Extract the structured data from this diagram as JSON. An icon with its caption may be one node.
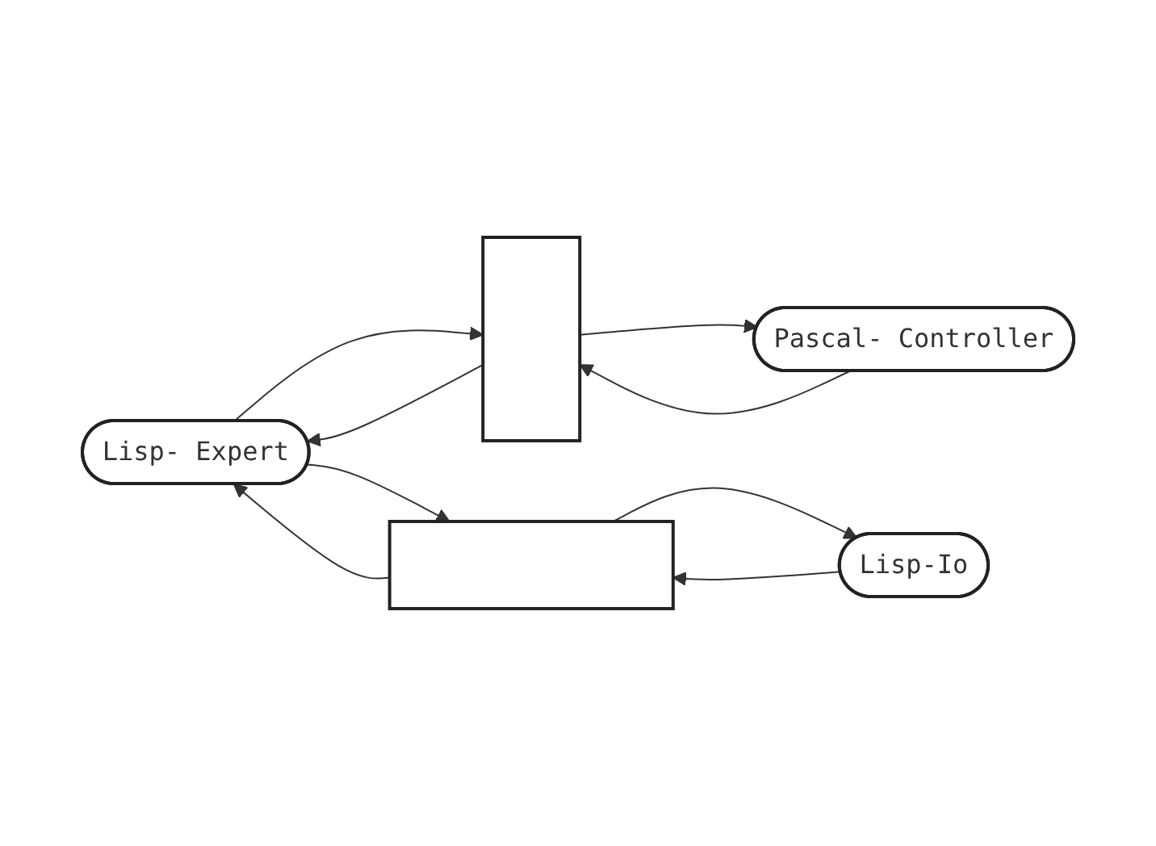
{
  "diagram": {
    "nodes": [
      {
        "text": [
          "Lisp- Expert"
        ]
      },
      {
        "text": [],
        "shape": "box"
      },
      {
        "text": [
          "Pascal- Controller"
        ]
      },
      {
        "text": [],
        "shape": "bar"
      },
      {
        "text": [
          "Lisp-Io"
        ]
      }
    ],
    "edges": [
      {
        "from": 0,
        "to": 1,
        "arrow": "to"
      },
      {
        "from": 1,
        "to": 2,
        "arrow": "to"
      },
      {
        "from": 2,
        "to": 1,
        "arrow": "to"
      },
      {
        "from": 1,
        "to": 0,
        "arrow": "to"
      },
      {
        "from": 0,
        "to": 3,
        "arrow": "to"
      },
      {
        "from": 3,
        "to": 0,
        "arrow": "to"
      },
      {
        "from": 3,
        "to": 4,
        "arrow": "to"
      },
      {
        "from": 4,
        "to": 3,
        "arrow": "to"
      }
    ]
  }
}
